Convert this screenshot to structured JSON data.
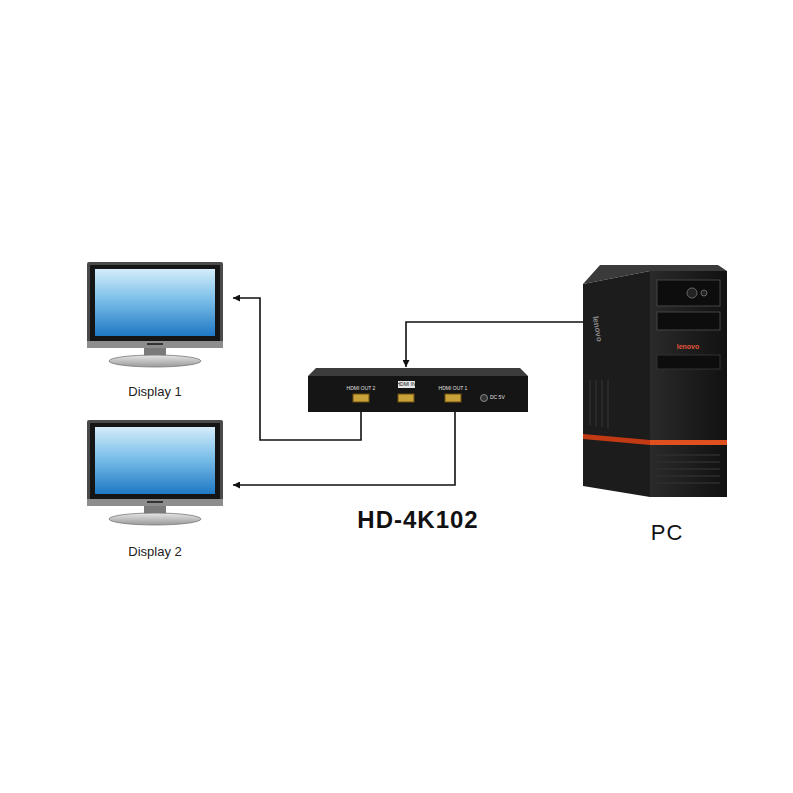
{
  "diagram": {
    "nodes": [
      {
        "text": [
          "Display 1"
        ]
      },
      {
        "text": [
          "PC"
        ]
      },
      {
        "text": [
          "HD-4K102"
        ]
      },
      {
        "text": [
          "Display 2"
        ]
      }
    ],
    "edges": [
      {
        "from": 1,
        "to": 2,
        "arrow": "to"
      },
      {
        "from": 2,
        "to": 0,
        "arrow": "to"
      },
      {
        "from": 2,
        "to": 3,
        "arrow": "to"
      }
    ],
    "labels": [
      "HDMI OUT 2",
      "HDMI IN",
      "HDMI OUT 1",
      "DC 5V",
      "lenovo",
      "lenovo"
    ]
  }
}
